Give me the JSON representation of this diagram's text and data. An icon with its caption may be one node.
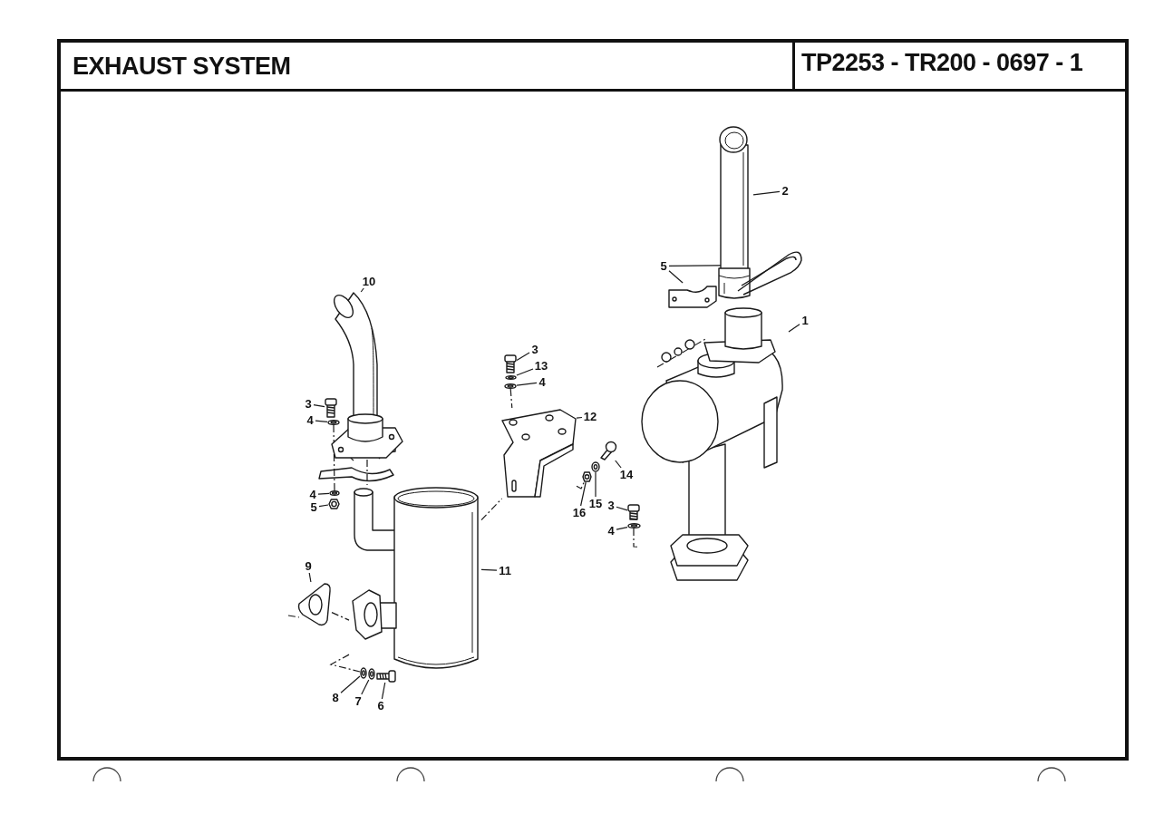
{
  "diagram": {
    "title": "EXHAUST SYSTEM",
    "nodes": [
      {
        "text": [
          "10"
        ]
      },
      {
        "text": [],
        "shape": "picture"
      },
      {
        "text": [
          "3"
        ]
      },
      {
        "text": [],
        "shape": "picture"
      },
      {
        "text": [
          "4"
        ]
      },
      {
        "text": [],
        "shape": "picture"
      },
      {
        "text": [
          "4"
        ]
      },
      {
        "text": [],
        "shape": "picture"
      },
      {
        "text": [
          "5"
        ]
      },
      {
        "text": [],
        "shape": "picture"
      },
      {
        "text": [
          "11"
        ]
      },
      {
        "text": [],
        "shape": "picture"
      },
      {
        "text": [
          "9"
        ]
      },
      {
        "text": [],
        "shape": "picture"
      },
      {
        "text": [
          "8"
        ]
      },
      {
        "text": [],
        "shape": "picture"
      },
      {
        "text": [
          "7"
        ]
      },
      {
        "text": [],
        "shape": "picture"
      },
      {
        "text": [
          "6"
        ]
      },
      {
        "text": [],
        "shape": "picture"
      },
      {
        "text": [
          "3"
        ]
      },
      {
        "text": [],
        "shape": "picture"
      },
      {
        "text": [
          "13"
        ]
      },
      {
        "text": [],
        "shape": "picture"
      },
      {
        "text": [
          "4"
        ]
      },
      {
        "text": [],
        "shape": "picture"
      },
      {
        "text": [
          "12"
        ]
      },
      {
        "text": [],
        "shape": "picture"
      },
      {
        "text": [
          "14"
        ]
      },
      {
        "text": [],
        "shape": "picture"
      },
      {
        "text": [
          "15"
        ]
      },
      {
        "text": [],
        "shape": "picture"
      },
      {
        "text": [
          "16"
        ]
      },
      {
        "text": [],
        "shape": "picture"
      },
      {
        "text": [
          "2"
        ]
      },
      {
        "text": [],
        "shape": "picture"
      },
      {
        "text": [
          "5"
        ]
      },
      {
        "text": [],
        "shape": "picture"
      },
      {
        "text": [],
        "shape": "picture"
      },
      {
        "text": [
          "1"
        ]
      },
      {
        "text": [],
        "shape": "picture"
      },
      {
        "text": [
          "3"
        ]
      },
      {
        "text": [],
        "shape": "picture"
      },
      {
        "text": [
          "4"
        ]
      },
      {
        "text": [],
        "shape": "picture"
      }
    ],
    "edges": [
      {
        "from": 0,
        "to": 1,
        "arrow": "none"
      },
      {
        "from": 2,
        "to": 3,
        "arrow": "none"
      },
      {
        "from": 4,
        "to": 5,
        "arrow": "none"
      },
      {
        "from": 6,
        "to": 7,
        "arrow": "none"
      },
      {
        "from": 8,
        "to": 9,
        "arrow": "none"
      },
      {
        "from": 10,
        "to": 11,
        "arrow": "none"
      },
      {
        "from": 12,
        "to": 13,
        "arrow": "none"
      },
      {
        "from": 14,
        "to": 15,
        "arrow": "none"
      },
      {
        "from": 16,
        "to": 17,
        "arrow": "none"
      },
      {
        "from": 18,
        "to": 19,
        "arrow": "none"
      },
      {
        "from": 20,
        "to": 21,
        "arrow": "none"
      },
      {
        "from": 22,
        "to": 23,
        "arrow": "none"
      },
      {
        "from": 24,
        "to": 25,
        "arrow": "none"
      },
      {
        "from": 26,
        "to": 27,
        "arrow": "none"
      },
      {
        "from": 28,
        "to": 29,
        "arrow": "none"
      },
      {
        "from": 30,
        "to": 31,
        "arrow": "none"
      },
      {
        "from": 32,
        "to": 33,
        "arrow": "none"
      },
      {
        "from": 34,
        "to": 35,
        "arrow": "none"
      },
      {
        "from": 36,
        "to": 37,
        "arrow": "none"
      },
      {
        "from": 36,
        "to": 38,
        "arrow": "none"
      },
      {
        "from": 39,
        "to": 40,
        "arrow": "none"
      },
      {
        "from": 41,
        "to": 42,
        "arrow": "none"
      },
      {
        "from": 43,
        "to": 44,
        "arrow": "none"
      },
      {
        "from": 5,
        "to": 7,
        "arrow": "none",
        "style": "dashed"
      },
      {
        "from": 1,
        "to": 11,
        "arrow": "none",
        "style": "dashed"
      },
      {
        "from": 25,
        "to": 27,
        "arrow": "none",
        "style": "dashed"
      },
      {
        "from": 11,
        "to": 27,
        "arrow": "none",
        "style": "dashed"
      },
      {
        "from": 27,
        "to": 33,
        "arrow": "none",
        "style": "dashed"
      },
      {
        "from": 13,
        "to": 11,
        "arrow": "none",
        "style": "dashed"
      },
      {
        "from": 11,
        "to": 15,
        "arrow": "none",
        "style": "dashed"
      },
      {
        "from": 44,
        "to": 40,
        "arrow": "none",
        "style": "dashed"
      }
    ],
    "labels": [
      "TP2253 - TR200 - 0697 - 1"
    ]
  }
}
